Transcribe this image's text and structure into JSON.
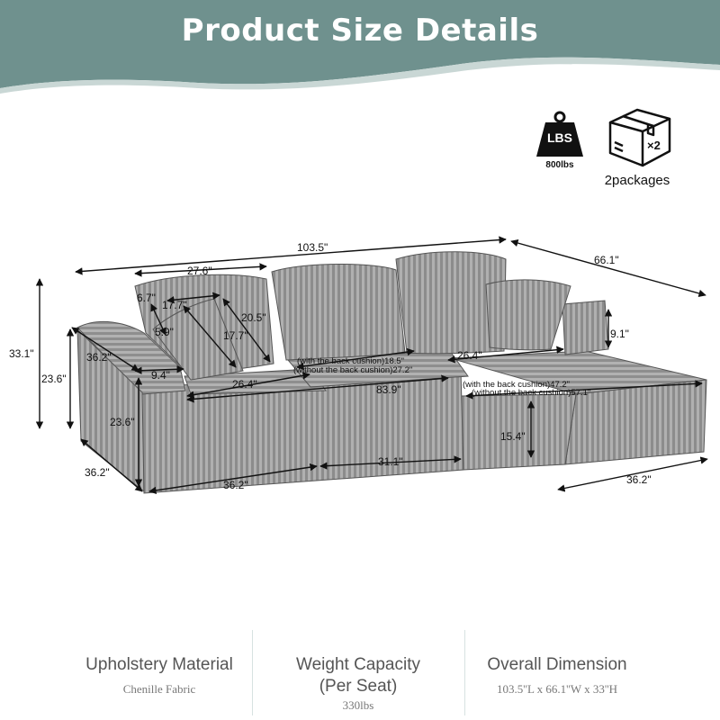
{
  "banner": {
    "title": "Product Size Details",
    "color": "#6f918e"
  },
  "weight_badge": {
    "lbs_label": "LBS",
    "weight": "800lbs"
  },
  "package_badge": {
    "multiplier": "×2",
    "text": "2packages"
  },
  "dimensions": {
    "overall_length": "103.5\"",
    "overall_depth": "66.1\"",
    "total_height": "33.1\"",
    "arm_height": "23.6\"",
    "arm_depth": "36.2\"",
    "pillow_width": "27.6\"",
    "pillow_a": "6.7\"",
    "pillow_b": "17.7\"",
    "pillow_c": "20.5\"",
    "pillow_d": "5.9\"",
    "pillow_e": "17.7\"",
    "arm_width": "9.4\"",
    "seat_depth_left": "26.4\"",
    "seat_depth_chaise": "26.4\"",
    "seat_with_cushion": "(with the back cushion)18.5\"",
    "seat_without_cushion": "(without the back cushion)27.2\"",
    "chaise_with_cushion": "(with the back cushion)47.2\"",
    "chaise_without_cushion": "(without the back cushion)57.1\"",
    "seat_length": "83.9\"",
    "back_to_arm": "9.1\"",
    "front_height": "23.6\"",
    "seat_height": "15.4\"",
    "left_depth": "36.2\"",
    "left_front_width": "36.2\"",
    "middle_width": "31.1\"",
    "chaise_width": "36.2\""
  },
  "features": [
    {
      "title": "Upholstery Material",
      "value": "Chenille Fabric"
    },
    {
      "title": "Weight Capacity",
      "title2": "(Per Seat)",
      "value": "330lbs"
    },
    {
      "title": "Overall Dimension",
      "value": "103.5''L x 66.1''W x 33''H"
    }
  ]
}
